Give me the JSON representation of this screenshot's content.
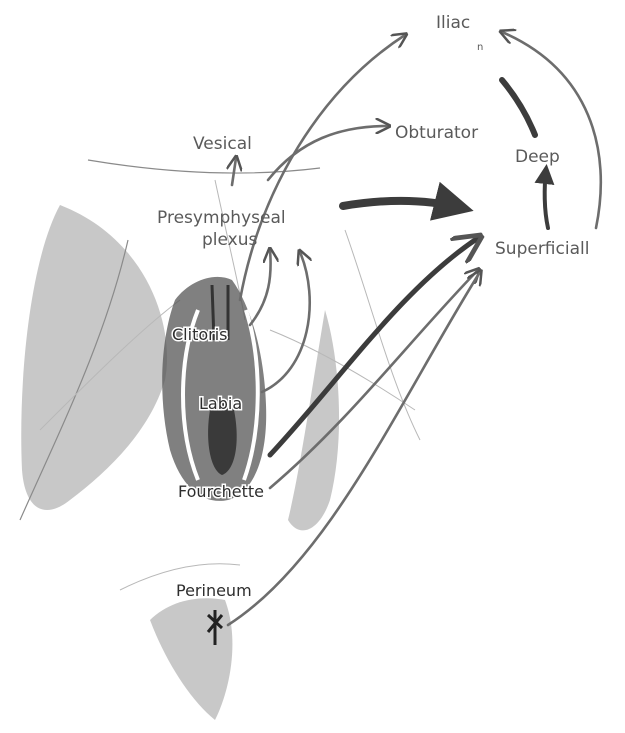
{
  "labels": {
    "iliac": "Iliac",
    "iliac_sub": "n",
    "vesical": "Vesical",
    "obturator": "Obturator",
    "deep": "Deep",
    "presymphyseal_line1": "Presymphyseal",
    "presymphyseal_line2": "plexus",
    "superficial": "Superficiall",
    "clitoris": "Clitoris",
    "labia": "Labia",
    "fourchette": "Fourchette",
    "perineum": "Perineum"
  },
  "colors": {
    "arrow": "#6d6d6d",
    "heavy_arrow": "#3c3c3c",
    "label_text": "#5a5a5a",
    "shading": "#555555"
  }
}
